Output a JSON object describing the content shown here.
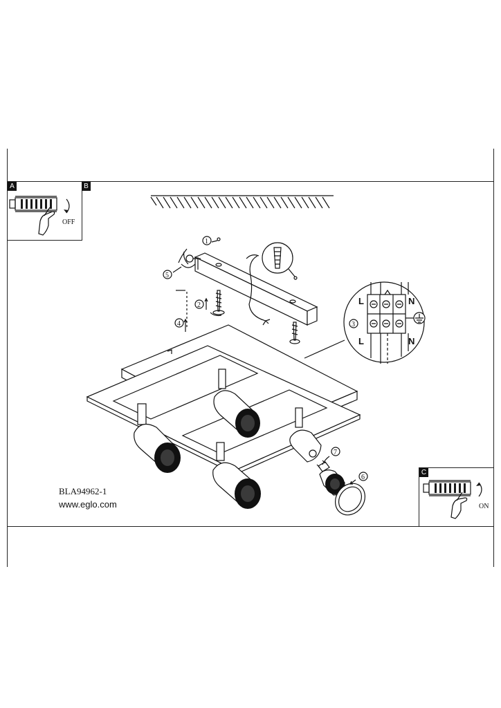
{
  "panels": {
    "a": {
      "tag": "A",
      "label": "OFF"
    },
    "b": {
      "tag": "B"
    },
    "c": {
      "tag": "C",
      "label": "ON"
    }
  },
  "steps": [
    "1",
    "2",
    "3",
    "4",
    "5",
    "6",
    "7"
  ],
  "terminal": {
    "live": "L",
    "neutral": "N"
  },
  "footer": {
    "model": "BLA94962-1",
    "website": "www.eglo.com"
  },
  "icons": {
    "breaker": "circuit-breaker-icon",
    "hand": "hand-icon",
    "ceiling": "ceiling-hatch-icon",
    "earth": "ground-icon",
    "screw": "screw-icon",
    "dowel": "wall-plug-icon"
  },
  "colors": {
    "ink": "#111111",
    "paper": "#ffffff"
  }
}
